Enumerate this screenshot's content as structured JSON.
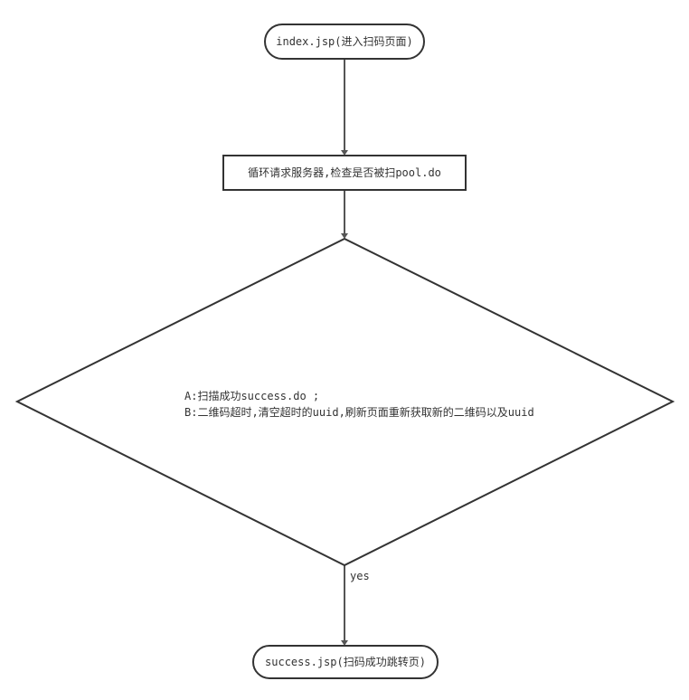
{
  "nodes": {
    "start": {
      "label": "index.jsp(进入扫码页面)"
    },
    "poll": {
      "label": "循环请求服务器,检查是否被扫pool.do"
    },
    "decision": {
      "line_a": "A:扫描成功success.do ;",
      "line_b": "B:二维码超时,清空超时的uuid,刷新页面重新获取新的二维码以及uuid"
    },
    "end": {
      "label": "success.jsp(扫码成功跳转页)"
    }
  },
  "edges": {
    "decision_to_end_label": "yes"
  },
  "colors": {
    "stroke": "#333333",
    "edge": "#555555",
    "fill": "#ffffff"
  }
}
